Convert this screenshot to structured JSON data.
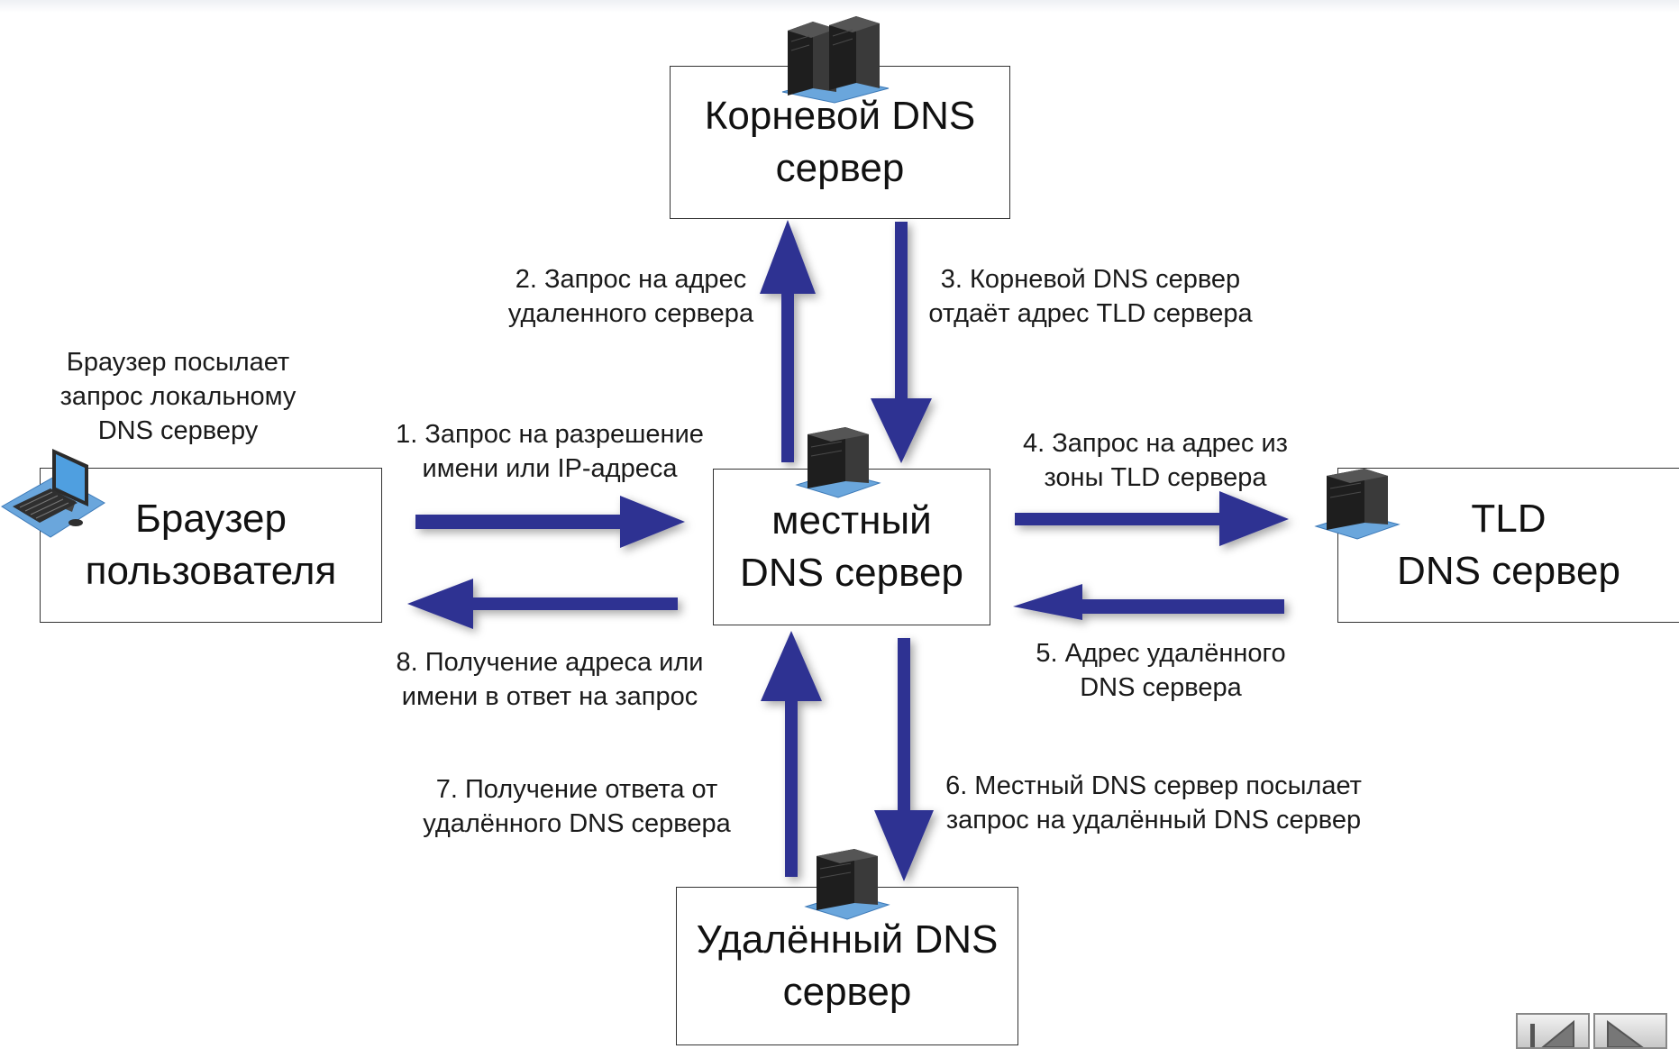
{
  "nodes": {
    "root": "Корневой DNS\nсервер",
    "local": "местный\nDNS сервер",
    "browser": "Браузер\nпользователя",
    "tld": "TLD\nDNS сервер",
    "remote": "Удалённый DNS\nсервер"
  },
  "labels": {
    "browser_note": "Браузер посылает\nзапрос локальному\nDNS серверу",
    "step1": "1. Запрос на разрешение\nимени или IP-адреса",
    "step2": "2. Запрос на адрес\nудаленного сервера",
    "step3": "3. Корневой DNS сервер\nотдаёт адрес TLD сервера",
    "step4": "4. Запрос на адрес из\nзоны TLD сервера",
    "step5": "5. Адрес удалённого\nDNS сервера",
    "step6": "6. Местный DNS сервер посылает\nзапрос на удалённый DNS сервер",
    "step7": "7. Получение ответа от\nудалённого DNS сервера",
    "step8": "8. Получение адреса или\nимени в ответ на запрос"
  },
  "icons": {
    "server": "server-tower-icon",
    "workstation": "workstation-icon",
    "nav_prev": "nav-previous-icon",
    "nav_next": "nav-next-icon"
  },
  "colors": {
    "arrow": "#2e3192",
    "box_border": "#333333",
    "server_base": "#6aa6dc"
  }
}
